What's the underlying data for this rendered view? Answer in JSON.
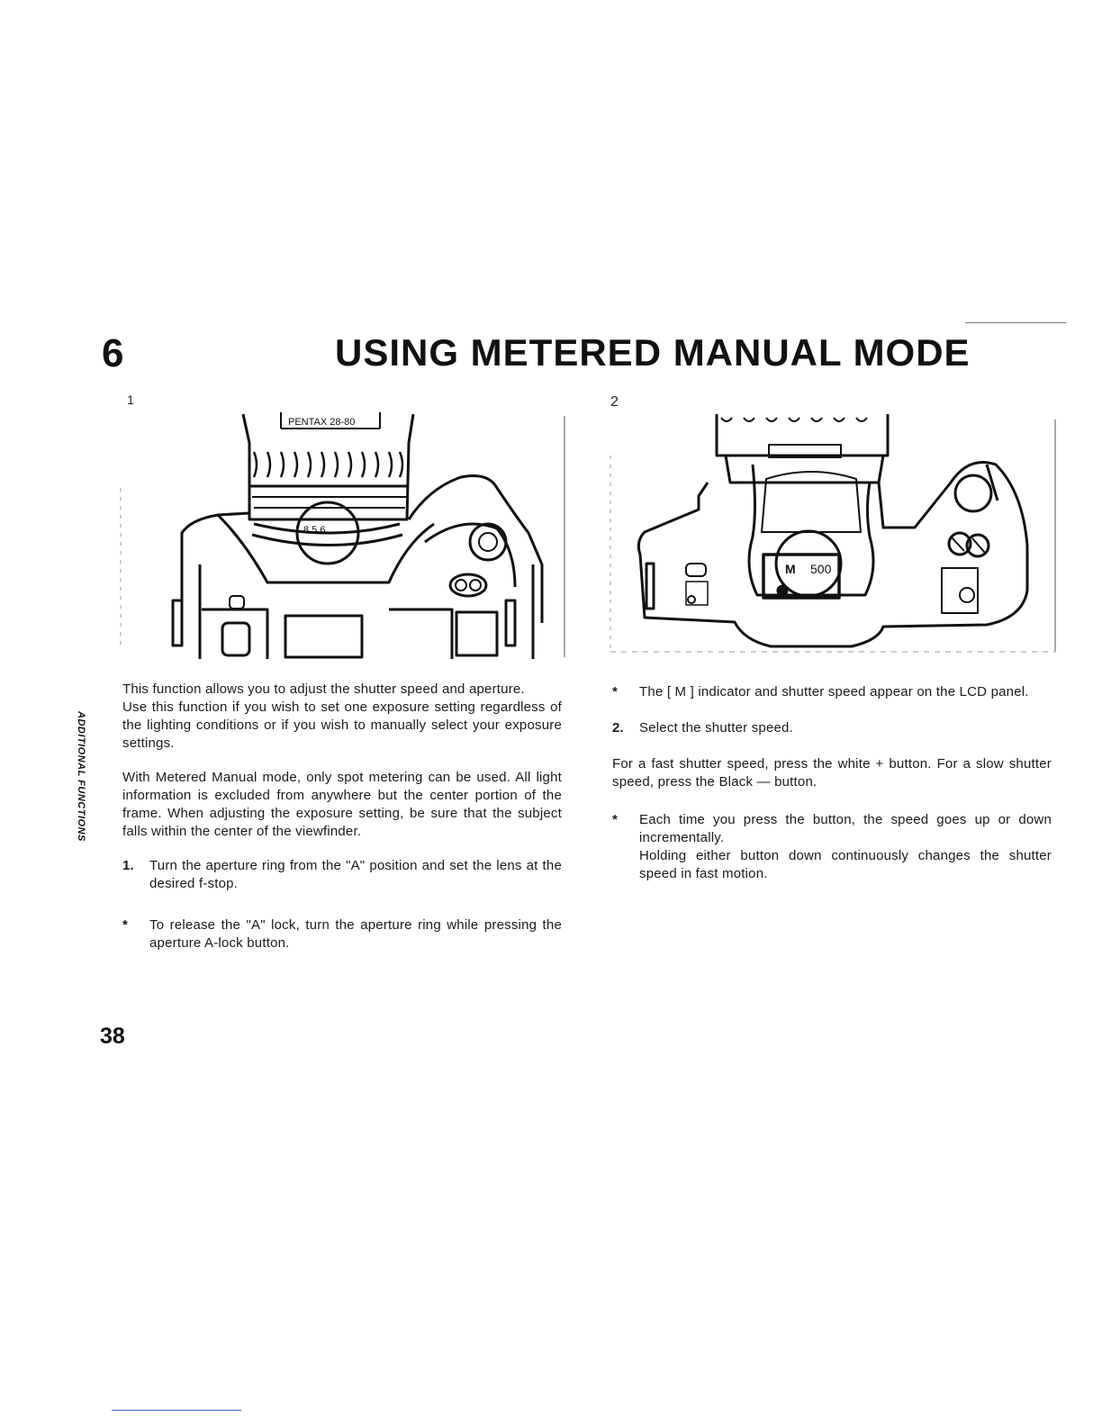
{
  "header": {
    "chapter_number": "6",
    "title": "USING METERED MANUAL MODE"
  },
  "side_tab": "ADDITIONAL FUNCTIONS",
  "figures": {
    "fig1_label": "1",
    "fig2_label": "2",
    "fig1_lens_text": "PENTAX 28-80",
    "fig1_ring_text": "8 5.6",
    "fig2_lcd_mode": "M",
    "fig2_lcd_speed": "500"
  },
  "left_column": {
    "para1": "This function allows you to adjust the shutter speed and aperture.",
    "para2": "Use this function if you wish to set one exposure setting regardless of the lighting conditions or if you wish to manually select your exposure settings.",
    "para3": "With Metered Manual mode, only spot metering can be used. All light information is excluded from anywhere but the center portion of the frame. When adjusting the exposure setting, be sure that the subject falls within the center of the viewfinder.",
    "step1_marker": "1.",
    "step1_text": "Turn the aperture ring from the \"A\" position and set the lens at the desired f-stop.",
    "note1_marker": "*",
    "note1_text": "To release the \"A\" lock, turn the aperture ring while pressing the aperture A-lock button."
  },
  "right_column": {
    "note1_marker": "*",
    "note1_text": "The [ M ] indicator and shutter speed appear on the LCD panel.",
    "step2_marker": "2.",
    "step2_text": "Select the shutter speed.",
    "para1": "For a fast shutter speed, press the white + button. For a slow shutter speed, press the Black — button.",
    "note2_marker": "*",
    "note2_text": "Each time you press the button, the speed goes up or down incrementally.",
    "note2_text_2": "Holding either button down continuously changes the shutter speed in fast motion."
  },
  "footer": {
    "page_number": "38"
  }
}
